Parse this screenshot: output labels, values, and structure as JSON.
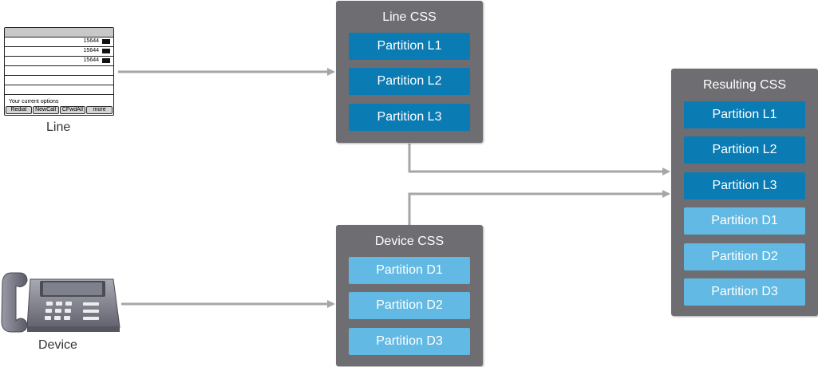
{
  "line_endpoint": {
    "caption": "Line",
    "screen": {
      "entries": [
        "15644",
        "15644",
        "15644"
      ],
      "options_text": "Your current options",
      "softkeys": [
        "Redial",
        "NewCall",
        "CFwdAll",
        "more"
      ]
    }
  },
  "device_endpoint": {
    "caption": "Device"
  },
  "line_css": {
    "title": "Line CSS",
    "partitions": [
      "Partition L1",
      "Partition L2",
      "Partition L3"
    ]
  },
  "device_css": {
    "title": "Device CSS",
    "partitions": [
      "Partition D1",
      "Partition D2",
      "Partition D3"
    ]
  },
  "resulting_css": {
    "title": "Resulting CSS",
    "partitions": [
      {
        "label": "Partition L1",
        "kind": "line"
      },
      {
        "label": "Partition L2",
        "kind": "line"
      },
      {
        "label": "Partition L3",
        "kind": "line"
      },
      {
        "label": "Partition D1",
        "kind": "device"
      },
      {
        "label": "Partition D2",
        "kind": "device"
      },
      {
        "label": "Partition D3",
        "kind": "device"
      }
    ]
  },
  "colors": {
    "box_bg": "#6e6e72",
    "line_partition": "#0a7bb3",
    "device_partition": "#62b9e3",
    "arrow": "#a6a6a6"
  }
}
